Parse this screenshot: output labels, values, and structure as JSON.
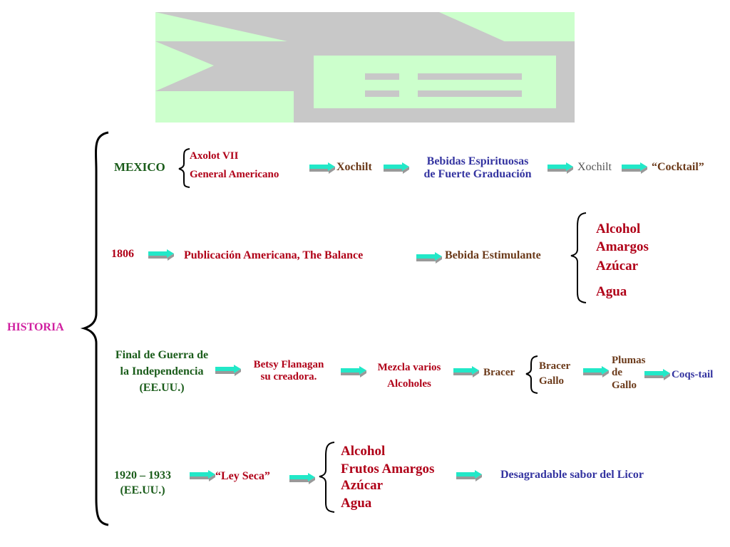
{
  "historia": "HISTORIA",
  "row1": {
    "label": "MEXICO",
    "brace_items": [
      "Axolot VII",
      "General Americano"
    ],
    "n1": "Xochilt",
    "n2_line1": "Bebidas Espirituosas",
    "n2_line2": "de Fuerte Graduación",
    "n3": "Xochilt",
    "n4": "“Cocktail”"
  },
  "row2": {
    "label": "1806",
    "n1": "Publicación Americana, The Balance",
    "n2": "Bebida Estimulante",
    "brace_items": [
      "Alcohol",
      "Amargos",
      "Azúcar",
      "Agua"
    ]
  },
  "row3": {
    "label_line1": "Final de Guerra de",
    "label_line2": "la Independencia",
    "label_line3": "(EE.UU.)",
    "n1_line1": "Betsy Flanagan",
    "n1_line2": "su creadora.",
    "n2_line1": "Mezcla varios",
    "n2_line2": "Alcoholes",
    "n3": "Bracer",
    "brace_items": [
      "Bracer",
      "Gallo"
    ],
    "n4_line1": "Plumas",
    "n4_line2": "de",
    "n4_line3": "Gallo",
    "n5": "Coqs-tail"
  },
  "row4": {
    "label_line1": "1920 – 1933",
    "label_line2": "(EE.UU.)",
    "n1": "“Ley Seca”",
    "brace_items": [
      "Alcohol",
      "Frutos Amargos",
      "Azúcar",
      "Agua"
    ],
    "n2": "Desagradable sabor del Licor"
  },
  "colors": {
    "logo_green": "#ccffcc",
    "logo_gray": "#c9c9c9",
    "arrow_cyan": "#22e8c8",
    "arrow_gray": "#999999"
  }
}
